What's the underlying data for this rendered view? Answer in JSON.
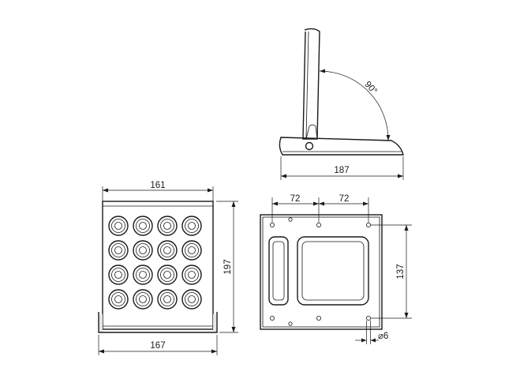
{
  "dimensions": {
    "side_width": "187",
    "tilt_angle": "90°",
    "front_top_width": "161",
    "front_bottom_width": "167",
    "front_height": "197",
    "mount_spacing_left": "72",
    "mount_spacing_right": "72",
    "mount_height": "137",
    "hole_diameter": "⌀6"
  },
  "led_grid": {
    "rows": 4,
    "cols": 4
  }
}
